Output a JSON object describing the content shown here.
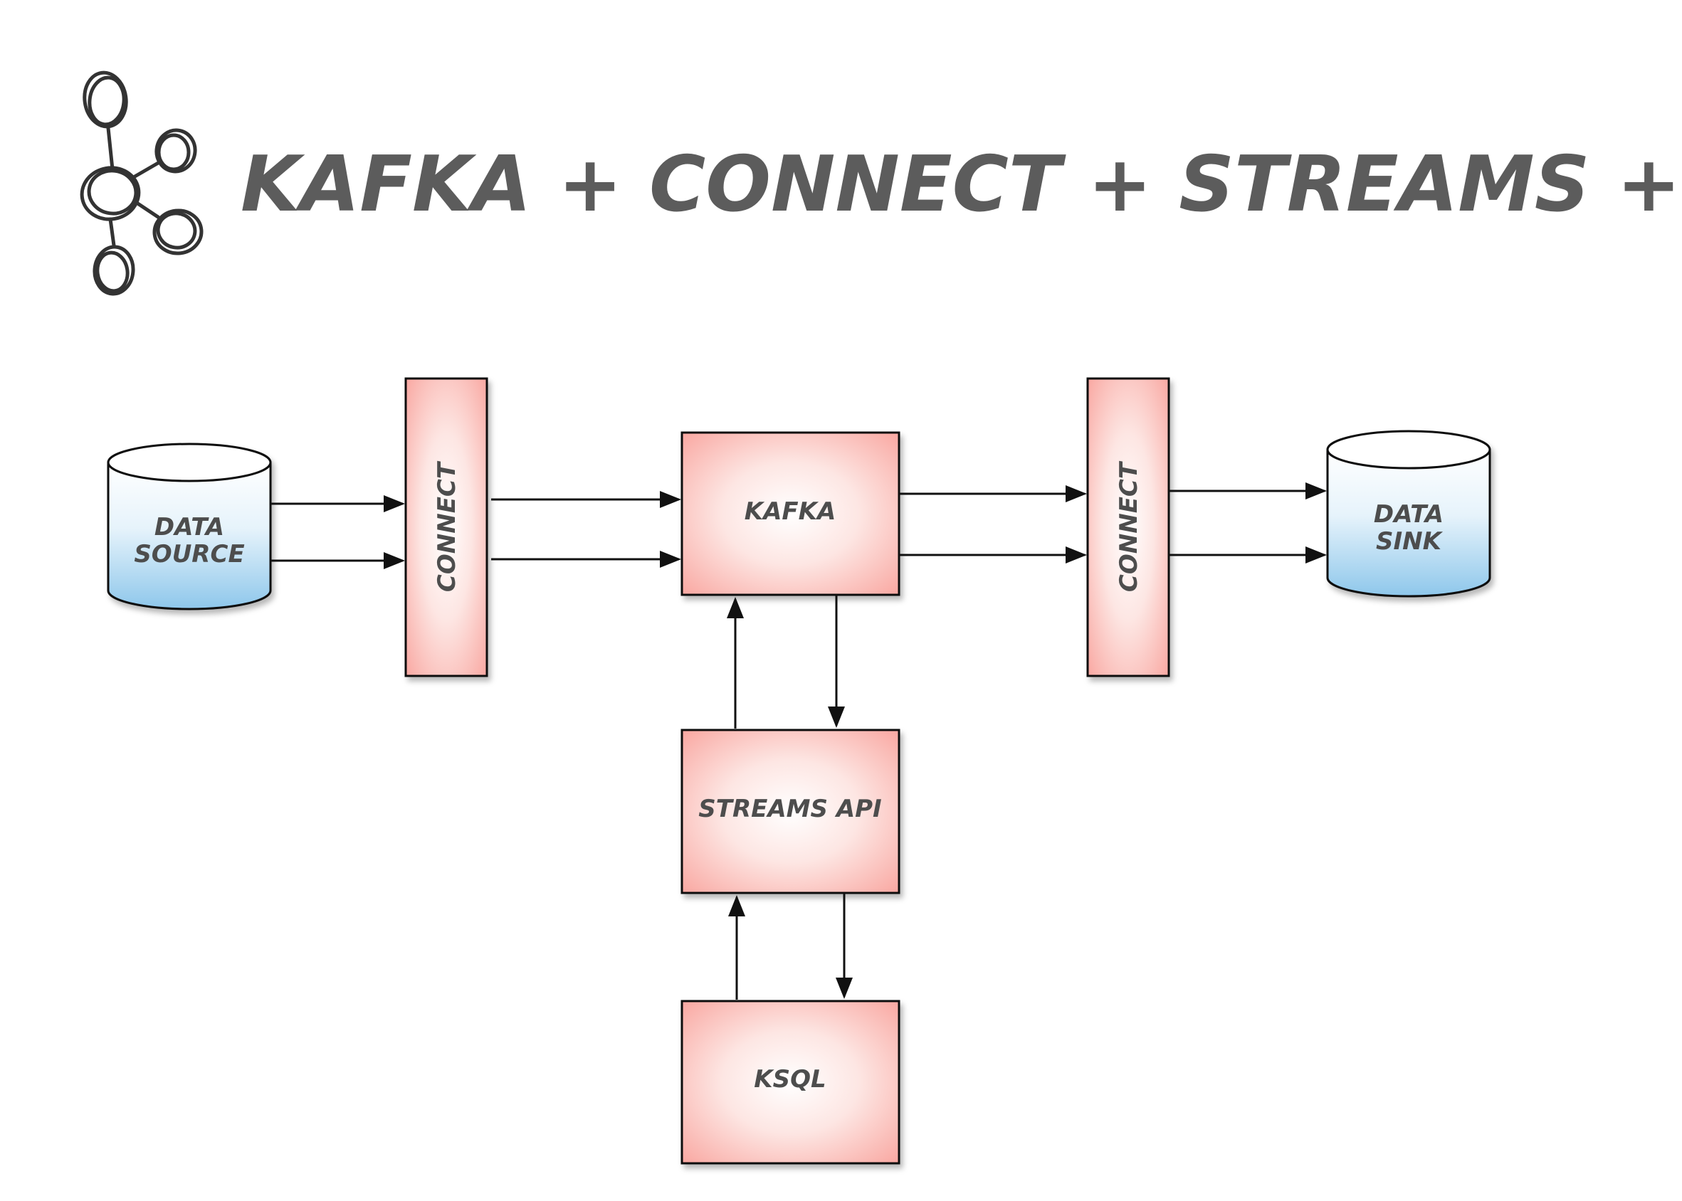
{
  "title": "KAFKA + CONNECT + STREAMS + KSQL",
  "logo_icon": "kafka-logo-icon",
  "colors": {
    "box_fill_center": "#ffffff",
    "box_fill_edge": "#f9aaa4",
    "cylinder_top": "#ffffff",
    "cylinder_bottom": "#8fc8ec",
    "stroke": "#111111",
    "title": "#5c5c5c",
    "text": "#4d4d4d"
  },
  "nodes": {
    "data_source": {
      "line1": "DATA",
      "line2": "SOURCE"
    },
    "connect_left": {
      "label": "CONNECT"
    },
    "kafka": {
      "label": "KAFKA"
    },
    "connect_right": {
      "label": "CONNECT"
    },
    "data_sink": {
      "line1": "DATA",
      "line2": "SINK"
    },
    "streams_api": {
      "label": "STREAMS API"
    },
    "ksql": {
      "label": "KSQL"
    }
  }
}
